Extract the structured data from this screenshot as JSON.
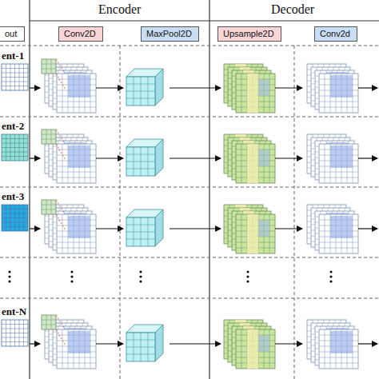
{
  "diagram": {
    "nodes": [
      {
        "text": [
          "out"
        ]
      },
      {
        "text": [
          "Conv2D"
        ]
      },
      {
        "text": [
          "MaxPool2D"
        ]
      },
      {
        "text": [
          "Upsample2D"
        ]
      },
      {
        "text": [
          "Conv2d"
        ]
      }
    ],
    "labels": [
      "Encoder",
      "Decoder",
      "ent-1",
      "ent-2",
      "ent-3",
      "ent-N"
    ]
  }
}
